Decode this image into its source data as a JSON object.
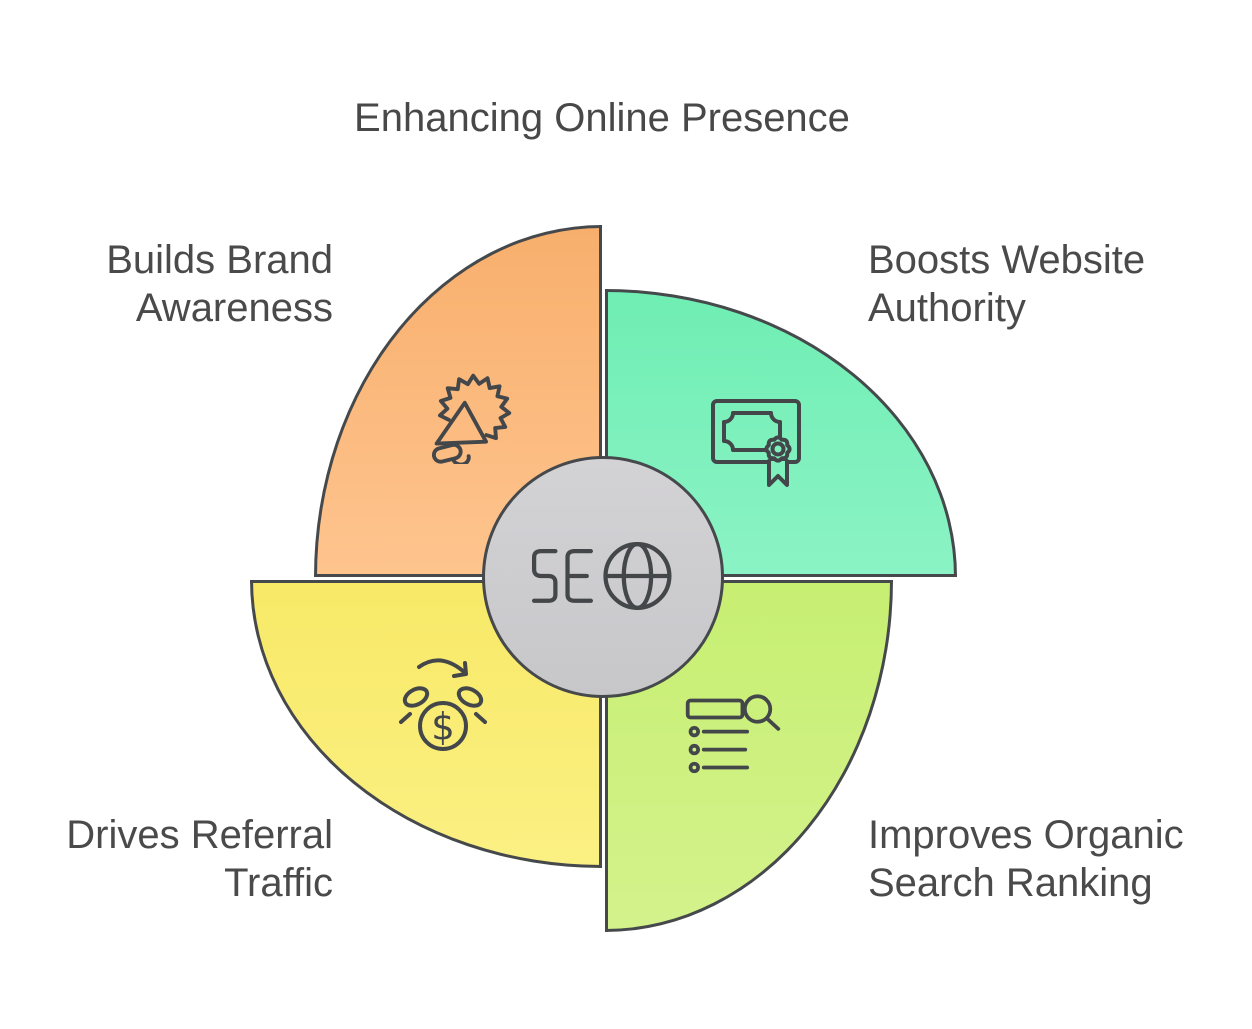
{
  "title": "Enhancing Online Presence",
  "center": {
    "label": "SEO",
    "label_prefix": "SE",
    "icon": "globe-icon",
    "dollar_glyph": "$"
  },
  "quadrants": [
    {
      "id": "brand-awareness",
      "position": "top-left",
      "label_line1": "Builds Brand",
      "label_line2": "Awareness",
      "icon": "megaphone-burst-icon",
      "color_top": "#F8AF6D",
      "color_bottom": "#FEC48E"
    },
    {
      "id": "website-authority",
      "position": "top-right",
      "label_line1": "Boosts Website",
      "label_line2": "Authority",
      "icon": "certificate-icon",
      "color_top": "#6FEEB3",
      "color_bottom": "#8BF3C5"
    },
    {
      "id": "referral-traffic",
      "position": "bottom-left",
      "label_line1": "Drives Referral",
      "label_line2": "Traffic",
      "icon": "money-exchange-icon",
      "color_top": "#F8E967",
      "color_bottom": "#FBF083"
    },
    {
      "id": "organic-ranking",
      "position": "bottom-right",
      "label_line1": "Improves Organic",
      "label_line2": "Search Ranking",
      "icon": "search-results-icon",
      "color_top": "#C7EF72",
      "color_bottom": "#D4F28C"
    }
  ],
  "colors": {
    "outline": "#45494C",
    "text": "#4A4A4A",
    "center_top": "#D3D2D5",
    "center_bottom": "#C7C7CA",
    "background": "#FFFFFF"
  }
}
